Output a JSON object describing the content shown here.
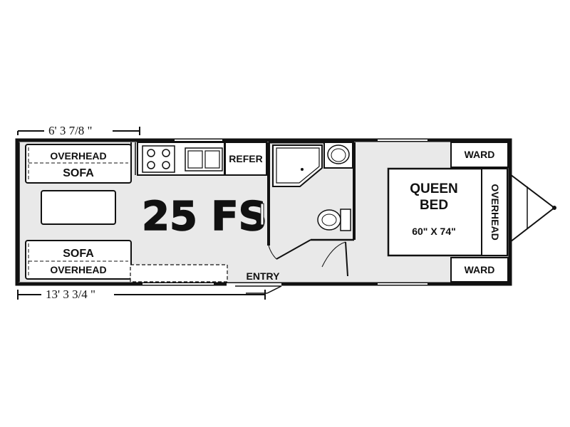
{
  "model": "25 FS",
  "dimensions": {
    "top": "6' 3 7/8 \"",
    "bottom": "13' 3 3/4 \""
  },
  "rooms": {
    "front_overhead": "OVERHEAD",
    "front_sofa": "SOFA",
    "rear_sofa": "SOFA",
    "rear_overhead": "OVERHEAD",
    "refer": "REFER",
    "entry": "ENTRY",
    "bed_line1": "QUEEN",
    "bed_line2": "BED",
    "bed_size": "60\" X 74\"",
    "bed_overhead": "OVERHEAD",
    "ward_top": "WARD",
    "ward_bottom": "WARD"
  },
  "colors": {
    "floor": "#e9e9e9",
    "wall": "#111111",
    "furniture": "#ffffff"
  }
}
